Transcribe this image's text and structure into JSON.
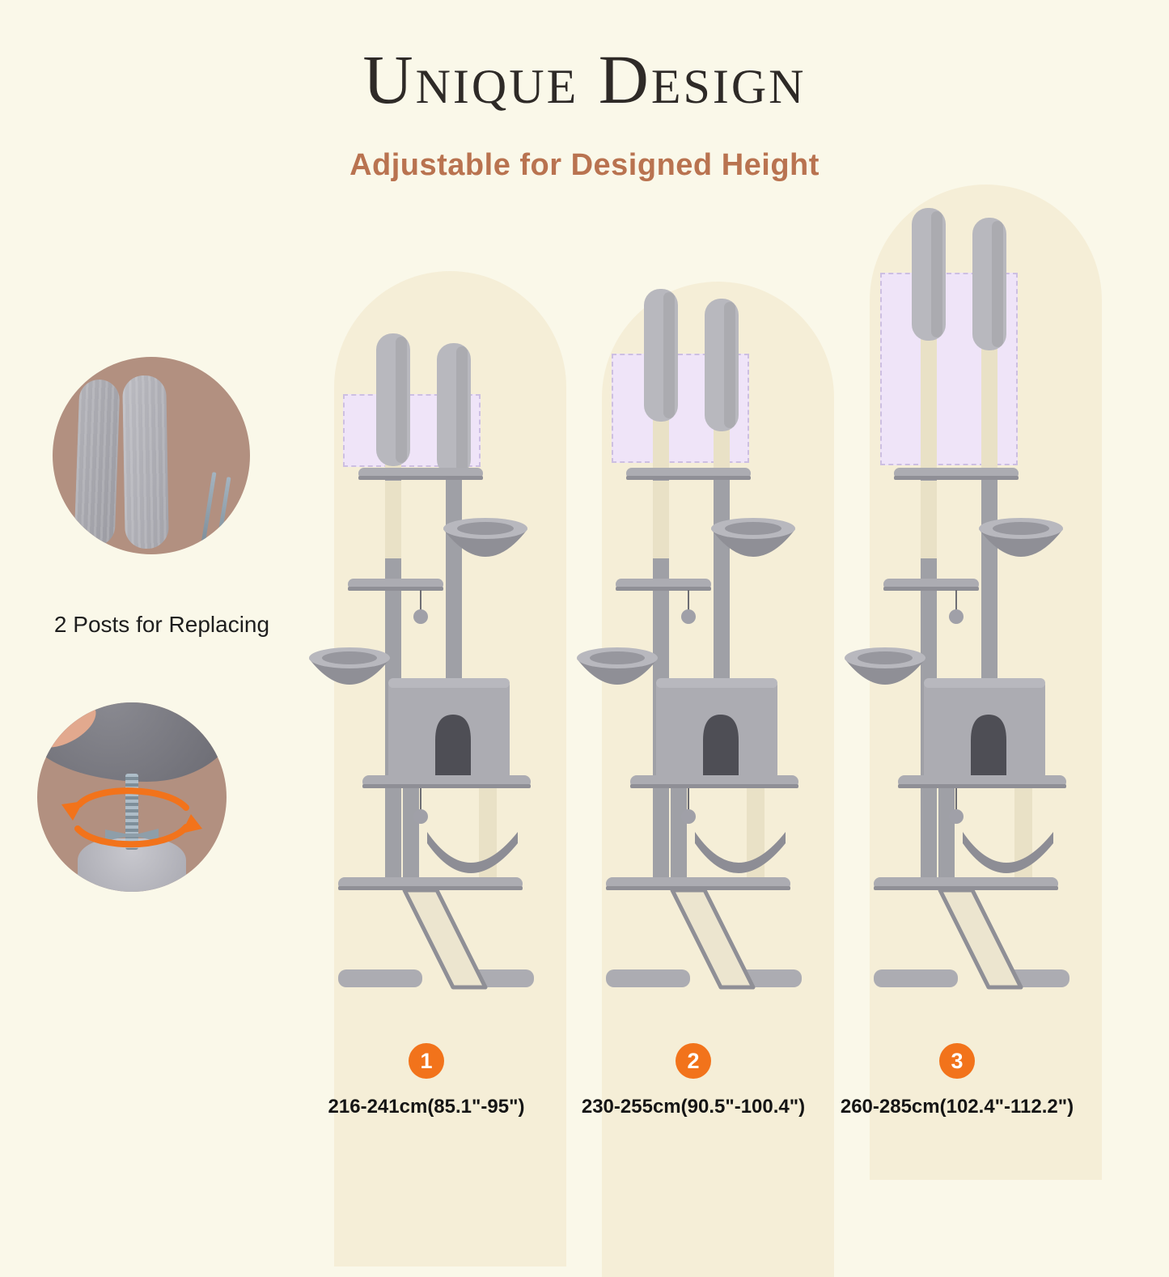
{
  "header": {
    "title": "Unique Design",
    "subtitle": "Adjustable for Designed Height"
  },
  "replacement": {
    "caption": "2 Posts for Replacing"
  },
  "variants": [
    {
      "number": "1",
      "height_range": "216-241cm(85.1\"-95\")"
    },
    {
      "number": "2",
      "height_range": "230-255cm(90.5\"-100.4\")"
    },
    {
      "number": "3",
      "height_range": "260-285cm(102.4\"-112.2\")"
    }
  ],
  "icons": {
    "rotation_arrows": "rotation-arrows-icon",
    "badge_shape": "numbered-circle-badge"
  },
  "colors": {
    "background": "#FAF8E9",
    "arch": "#F5EED7",
    "accent_orange": "#F2731B",
    "subtitle_brown": "#B97350",
    "inset_background": "#B29080",
    "highlight_lavender": "#EFE4F8",
    "tree_gray": "#ACACB2",
    "sisal": "#E9E1C6"
  }
}
